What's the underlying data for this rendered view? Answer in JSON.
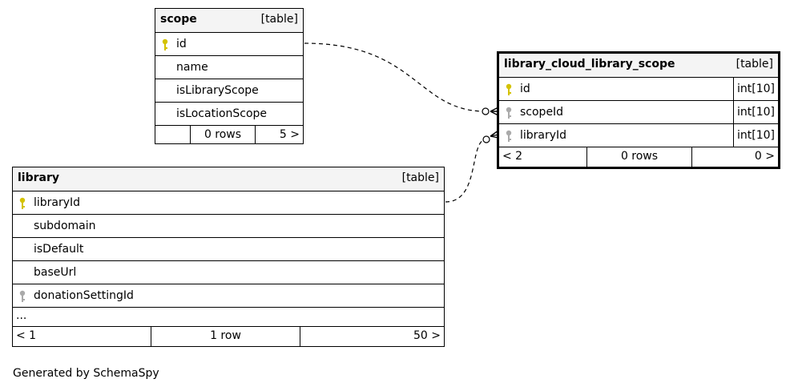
{
  "tables": {
    "scope": {
      "name": "scope",
      "kind": "[table]",
      "columns": [
        "id",
        "name",
        "isLibraryScope",
        "isLocationScope"
      ],
      "footer": {
        "left": "",
        "rows": "0 rows",
        "right": "5 >"
      }
    },
    "library_cloud_library_scope": {
      "name": "library_cloud_library_scope",
      "kind": "[table]",
      "columns": [
        {
          "name": "id",
          "type": "int[10]"
        },
        {
          "name": "scopeId",
          "type": "int[10]"
        },
        {
          "name": "libraryId",
          "type": "int[10]"
        }
      ],
      "footer": {
        "left": "< 2",
        "rows": "0 rows",
        "right": "0 >"
      }
    },
    "library": {
      "name": "library",
      "kind": "[table]",
      "columns": [
        "libraryId",
        "subdomain",
        "isDefault",
        "baseUrl",
        "donationSettingId"
      ],
      "more": "...",
      "footer": {
        "left": "< 1",
        "rows": "1 row",
        "right": "50 >"
      }
    }
  },
  "key_icons": {
    "primary": "primary-key-icon",
    "foreign": "foreign-key-icon"
  },
  "colors": {
    "primary_key": "#d4c200",
    "foreign_key": "#aaaaaa",
    "header_bg": "#f4f4f4"
  },
  "credit": "Generated by SchemaSpy"
}
